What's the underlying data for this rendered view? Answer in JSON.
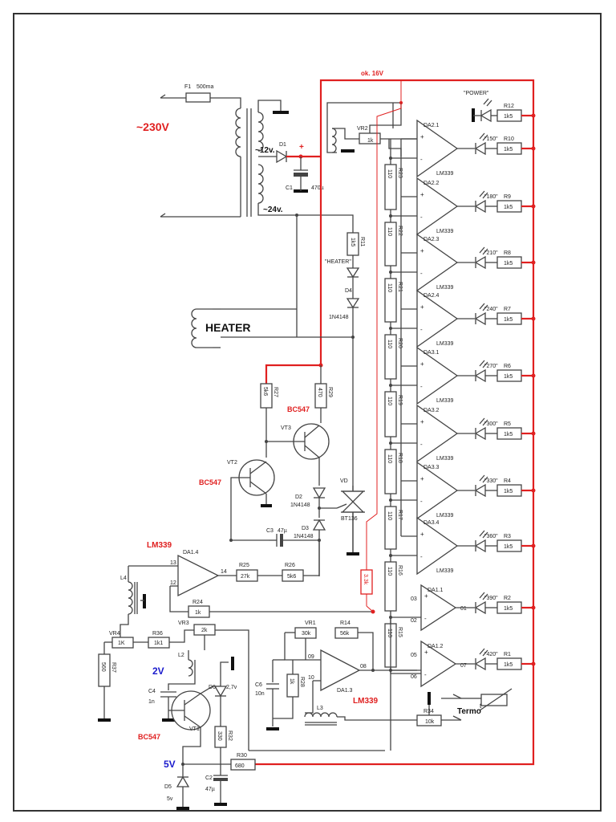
{
  "title_labels": {
    "mains": "~230V",
    "rail": "ok. 16V",
    "tap12": "~12v.",
    "tap24": "~24v.",
    "plus": "+",
    "heater": "HEATER",
    "v2": "2V",
    "v5": "5V",
    "termo": "Termo",
    "t": "t"
  },
  "parts": {
    "F1": "F1",
    "F1v": "500ma",
    "D1": "D1",
    "C1": "C1",
    "C1v": "470µ",
    "VR2": "VR2",
    "VR2v": "1k",
    "R11": "R11",
    "R11v": "1k5",
    "heater_led": "\"HEATER\"",
    "D4": "D4",
    "D4v": "1N4148",
    "R27": "R27",
    "R27v": "5k6",
    "R29": "R29",
    "R29v": "470",
    "VT3": "VT3",
    "VT3v": "BC547",
    "VT2": "VT2",
    "VT2v": "BC547",
    "VD": "VD",
    "VDv": "BT136",
    "D2": "D2",
    "D2v": "1N4148",
    "D3": "D3",
    "D3v": "1N4148",
    "C3": "C3",
    "C3v": "47µ",
    "R25": "R25",
    "R25v": "27k",
    "R26": "R26",
    "R26v": "5k6",
    "DA14": "DA1.4",
    "DA14v": "LM339",
    "L4": "L4",
    "R24": "R24",
    "R24v": "1k",
    "VR4": "VR4",
    "VR4v": "1K",
    "R36": "R36",
    "R36v": "1k1",
    "VR3": "VR3",
    "VR3v": "2k",
    "R37": "R37",
    "R37v": "560",
    "L2": "L2",
    "C4": "C4",
    "C4v": "1n",
    "D6": "D6",
    "D6v": "2,7v",
    "VT1": "VT1",
    "VT1v": "BC547",
    "R32": "R32",
    "R32v": "330",
    "R30": "R30",
    "R30v": "680",
    "C2": "C2",
    "C2v": "47µ",
    "D5": "D5",
    "D5v": "5v",
    "VR1": "VR1",
    "VR1v": "30k",
    "R14": "R14",
    "R14v": "56k",
    "C6": "C6",
    "C6v": "10n",
    "R28": "R28",
    "R28v": "1k",
    "DA13": "DA1.3",
    "DA13v": "LM339",
    "L3": "L3",
    "R34": "R34",
    "R34v": "10k",
    "R33v": "3.3k",
    "pin13": "13",
    "pin12": "12",
    "pin14": "14",
    "pin09": "09",
    "pin10": "10",
    "pin08": "08",
    "pin03": "03",
    "pin02": "02",
    "pin01": "01",
    "pin05": "05",
    "pin06": "06",
    "pin07": "07",
    "DA11": "DA1.1",
    "DA12": "DA1.2"
  },
  "power_led": {
    "label": "\"POWER\"",
    "r": "R12",
    "rv": "1k5"
  },
  "comparators": [
    {
      "da": "DA2.1",
      "chip": "LM339",
      "led": "\"150\"",
      "r": "R10",
      "rv": "1k5",
      "div": "R23",
      "divv": "110"
    },
    {
      "da": "DA2.2",
      "chip": "LM339",
      "led": "\"180\"",
      "r": "R9",
      "rv": "1k5",
      "div": "R22",
      "divv": "110"
    },
    {
      "da": "DA2.3",
      "chip": "LM339",
      "led": "\"210\"",
      "r": "R8",
      "rv": "1k5",
      "div": "R21",
      "divv": "110"
    },
    {
      "da": "DA2.4",
      "chip": "LM339",
      "led": "\"240\"",
      "r": "R7",
      "rv": "1k5",
      "div": "R20",
      "divv": "110"
    },
    {
      "da": "DA3.1",
      "chip": "LM339",
      "led": "\"270\"",
      "r": "R6",
      "rv": "1k5",
      "div": "R19",
      "divv": "110"
    },
    {
      "da": "DA3.2",
      "chip": "LM339",
      "led": "\"300\"",
      "r": "R5",
      "rv": "1k5",
      "div": "R18",
      "divv": "110"
    },
    {
      "da": "DA3.3",
      "chip": "LM339",
      "led": "\"330\"",
      "r": "R4",
      "rv": "1k5",
      "div": "R17",
      "divv": "110"
    },
    {
      "da": "DA3.4",
      "chip": "LM339",
      "led": "\"360\"",
      "r": "R3",
      "rv": "1k5",
      "div": "R16",
      "divv": "110"
    },
    {
      "da": "DA1.1",
      "chip": "",
      "led": "\"390\"",
      "r": "R2",
      "rv": "1k5",
      "div": "R15",
      "divv": "110"
    },
    {
      "da": "DA1.2",
      "chip": "",
      "led": "\"420\"",
      "r": "R1",
      "rv": "1k5",
      "div": "",
      "divv": ""
    }
  ]
}
